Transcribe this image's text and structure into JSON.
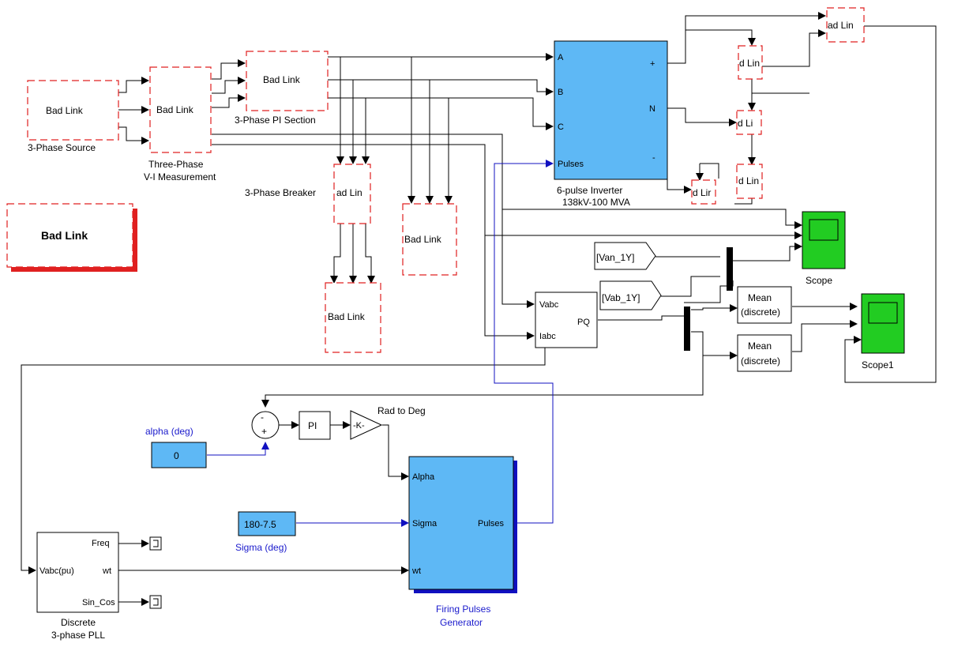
{
  "badlink": {
    "label": "Bad Link",
    "short_label": "ad Lin",
    "short_label2": "d Lin",
    "short_label3": "d Li",
    "short_label4": "d Lir"
  },
  "blocks": {
    "source_label": "3-Phase Source",
    "vi_label_1": "Three-Phase",
    "vi_label_2": "V-I Measurement",
    "pi_label": "3-Phase PI Section",
    "breaker_label": "3-Phase Breaker",
    "inverter": {
      "ports_in": [
        "A",
        "B",
        "C",
        "Pulses"
      ],
      "ports_out": [
        "+",
        "N",
        "-"
      ],
      "label_1": "6-pulse Inverter",
      "label_2": "138kV-100 MVA",
      "color": "#5eb8f5"
    },
    "scope_label": "Scope",
    "scope1_label": "Scope1",
    "scope_color": "#22cc22",
    "goto_van": "[Van_1Y]",
    "goto_vab": "[Vab_1Y]",
    "pq": {
      "in1": "Vabc",
      "in2": "Iabc",
      "out": "PQ"
    },
    "mean1": [
      "Mean",
      "(discrete)"
    ],
    "mean2": [
      "Mean",
      "(discrete)"
    ],
    "sum_signs": {
      "minus": "-",
      "plus": "+"
    },
    "pi_ctrl": "PI",
    "gain": "-K-",
    "rad_to_deg": "Rad to Deg",
    "alpha": {
      "label": "alpha (deg)",
      "value": "0"
    },
    "sigma": {
      "label": "Sigma (deg)",
      "value": "180-7.5"
    },
    "firing": {
      "ports_in": [
        "Alpha",
        "Sigma",
        "wt"
      ],
      "port_out": "Pulses",
      "label_1": "Firing Pulses",
      "label_2": "Generator"
    },
    "pll": {
      "in": "Vabc(pu)",
      "outs": [
        "Freq",
        "wt",
        "Sin_Cos"
      ],
      "label_1": "Discrete",
      "label_2": "3-phase PLL"
    }
  },
  "colors": {
    "bad_link": "#e02020",
    "blue_signal": "#1010c0",
    "const_block": "#5eb8f5"
  }
}
